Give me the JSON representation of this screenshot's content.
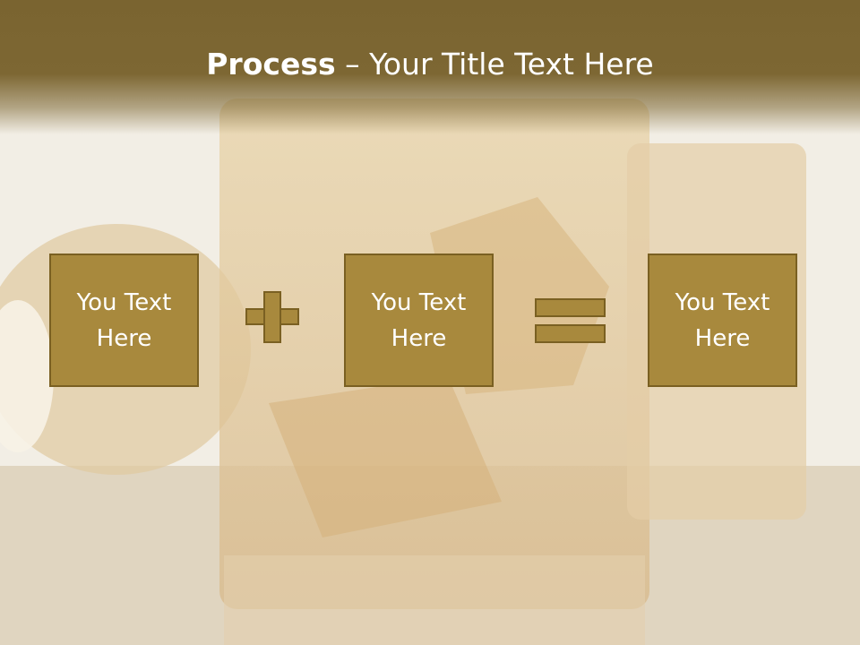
{
  "slide": {
    "title_bold": "Process",
    "title_rest": " – Your Title Text Here",
    "boxes": [
      {
        "text": "You Text Here"
      },
      {
        "text": "You Text Here"
      },
      {
        "text": "You Text Here"
      }
    ],
    "operators": [
      "plus",
      "equals"
    ]
  },
  "colors": {
    "header": "#7d6733",
    "box_fill": "#a8893d",
    "box_border": "#7a6022",
    "text": "#ffffff"
  }
}
